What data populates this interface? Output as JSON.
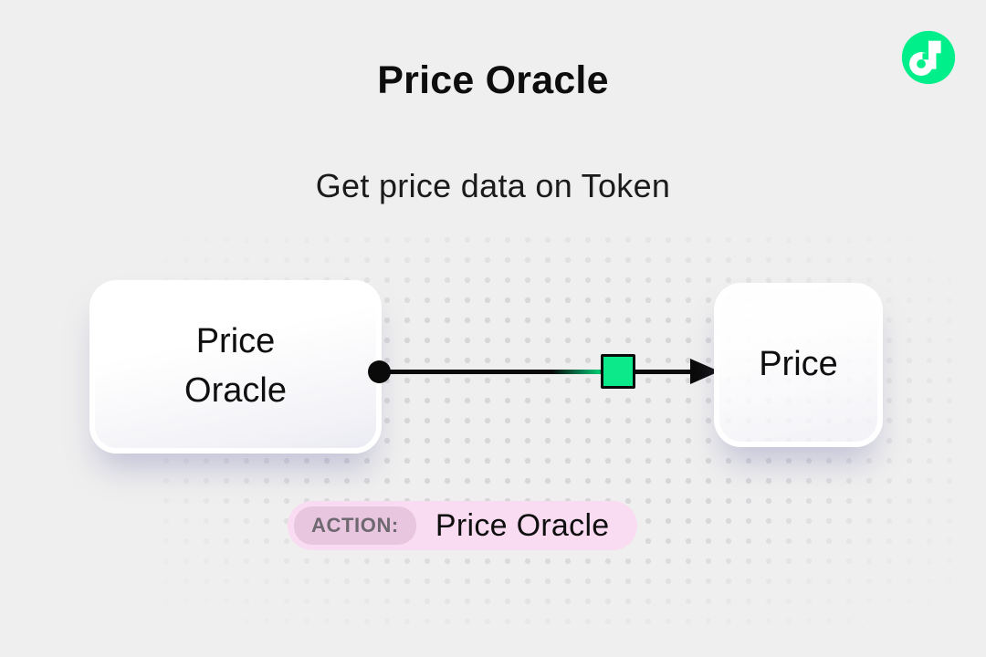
{
  "page": {
    "background": "#EFEFEF"
  },
  "header": {
    "title": "Price Oracle",
    "subtitle": "Get price data on Token"
  },
  "brand": {
    "logo": "flow-logo",
    "logo_color": "#00EF8B"
  },
  "diagram": {
    "source_node": {
      "label": "Price Oracle"
    },
    "target_node": {
      "label": "Price"
    },
    "connector": {
      "line_color": "#0A0A0A",
      "marker_color": "#0CE98A"
    }
  },
  "action_badge": {
    "label": "ACTION:",
    "value": "Price Oracle",
    "background": "#FADCF2",
    "label_background": "#E8C6DF"
  }
}
